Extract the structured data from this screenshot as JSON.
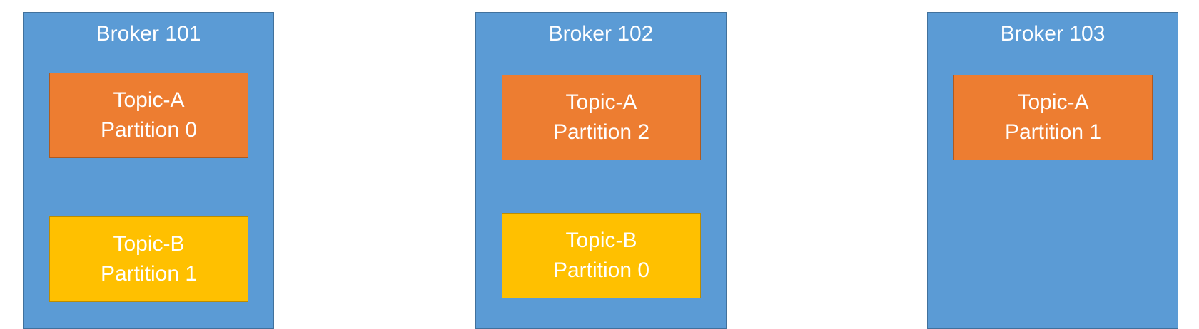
{
  "brokers": [
    {
      "title": "Broker 101",
      "partitions": [
        {
          "topic": "Topic-A",
          "partition": "Partition 0"
        },
        {
          "topic": "Topic-B",
          "partition": "Partition 1"
        }
      ]
    },
    {
      "title": "Broker 102",
      "partitions": [
        {
          "topic": "Topic-A",
          "partition": "Partition 2"
        },
        {
          "topic": "Topic-B",
          "partition": "Partition 0"
        }
      ]
    },
    {
      "title": "Broker 103",
      "partitions": [
        {
          "topic": "Topic-A",
          "partition": "Partition 1"
        }
      ]
    }
  ],
  "colors": {
    "broker": "#5b9bd5",
    "topic_a": "#ed7d31",
    "topic_b": "#ffc000",
    "text": "#ffffff"
  }
}
